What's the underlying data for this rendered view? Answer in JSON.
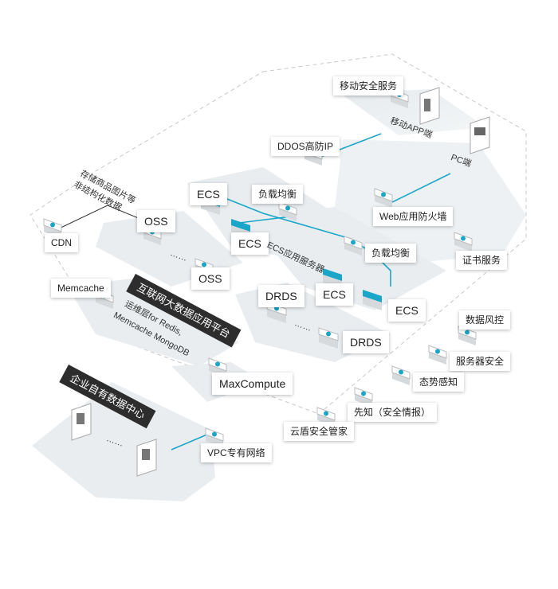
{
  "labels": {
    "mobile_security": "移动安全服务",
    "mobile_app": "移动APP端",
    "pc": "PC端",
    "ddos": "DDOS高防IP",
    "ecs_top": "ECS",
    "lb_top": "负载均衡",
    "oss_top": "OSS",
    "oss_bottom": "OSS",
    "ecs_mid": "ECS",
    "ecs_cluster": "ECS应用服务器",
    "waf": "Web应用防火墙",
    "cdn": "CDN",
    "lb_right": "负载均衡",
    "cert": "证书服务",
    "memcache": "Memcache",
    "drds_top": "DRDS",
    "ecs_right1": "ECS",
    "ecs_right2": "ECS",
    "drds_bottom": "DRDS",
    "data_risk": "数据风控",
    "server_security": "服务器安全",
    "situation": "态势感知",
    "maxcompute": "MaxCompute",
    "xianzhi": "先知（安全情报）",
    "yundun": "云盾安全管家",
    "vpc": "VPC专有网络",
    "ellipsis_oss": "……",
    "ellipsis_drds": "……",
    "ellipsis_idc": "……"
  },
  "annotations": {
    "storage_note_1": "存储商品图片等",
    "storage_note_2": "非结构化数据",
    "cache_note_1": "运维层for Redis,",
    "cache_note_2": "Memcache MongoDB"
  },
  "banners": {
    "platform": "互联网大数据应用平台",
    "enterprise_idc": "企业自有数据中心"
  },
  "colors": {
    "accent": "#1aa6c8",
    "icon_dark": "#1aa6c8",
    "tile_gray": "#e9edf0",
    "dashed_border": "#c9c9c9",
    "banner_bg": "#2d2d2d"
  }
}
